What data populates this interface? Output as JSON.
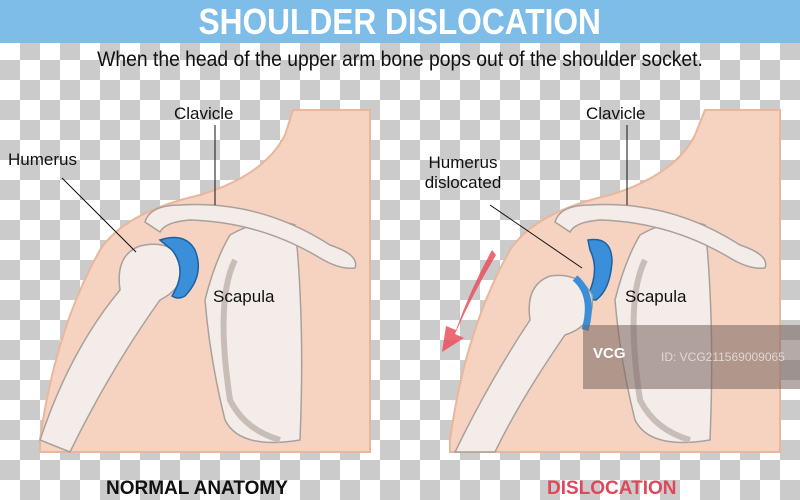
{
  "title": "SHOULDER DISLOCATION",
  "subtitle": "When the head of the upper arm bone pops out of the shoulder socket.",
  "normal": {
    "clavicle": "Clavicle",
    "humerus": "Humerus",
    "scapula": "Scapula",
    "caption": "NORMAL ANATOMY"
  },
  "dislocation": {
    "clavicle": "Clavicle",
    "humerus_line1": "Humerus",
    "humerus_line2": "dislocated",
    "scapula": "Scapula",
    "caption": "DISLOCATION"
  },
  "watermark": {
    "logo": "VCG",
    "id": "ID: VCG211569009065"
  },
  "colors": {
    "title_bar": "#7dbde8",
    "skin": "#f6d3c0",
    "cartilage": "#3a8fd8",
    "dislocation_caption": "#e0475a",
    "arrow": "#e8505e"
  }
}
